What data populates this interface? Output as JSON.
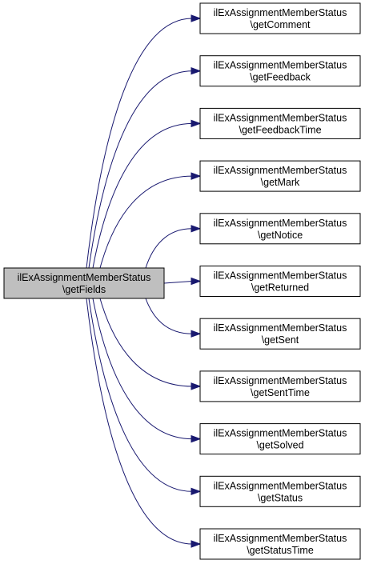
{
  "graph": {
    "colors": {
      "source_fill": "#bfbfbf",
      "target_fill": "#ffffff",
      "border": "#000000",
      "edge": "#191970"
    },
    "source": {
      "line1": "ilExAssignmentMemberStatus",
      "line2": "\\getFields"
    },
    "targets": [
      {
        "line1": "ilExAssignmentMemberStatus",
        "line2": "\\getComment"
      },
      {
        "line1": "ilExAssignmentMemberStatus",
        "line2": "\\getFeedback"
      },
      {
        "line1": "ilExAssignmentMemberStatus",
        "line2": "\\getFeedbackTime"
      },
      {
        "line1": "ilExAssignmentMemberStatus",
        "line2": "\\getMark"
      },
      {
        "line1": "ilExAssignmentMemberStatus",
        "line2": "\\getNotice"
      },
      {
        "line1": "ilExAssignmentMemberStatus",
        "line2": "\\getReturned"
      },
      {
        "line1": "ilExAssignmentMemberStatus",
        "line2": "\\getSent"
      },
      {
        "line1": "ilExAssignmentMemberStatus",
        "line2": "\\getSentTime"
      },
      {
        "line1": "ilExAssignmentMemberStatus",
        "line2": "\\getSolved"
      },
      {
        "line1": "ilExAssignmentMemberStatus",
        "line2": "\\getStatus"
      },
      {
        "line1": "ilExAssignmentMemberStatus",
        "line2": "\\getStatusTime"
      }
    ]
  }
}
